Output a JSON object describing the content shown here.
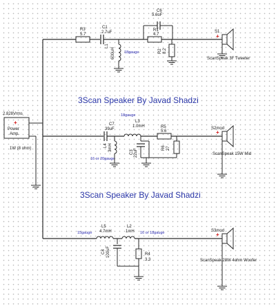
{
  "titles": {
    "tweeter_section": "3Scan Speaker By Javad Shadzi",
    "woofer_section": "3Scan Speaker By Javad Shadzi"
  },
  "amplifier": {
    "signal": "2.828Vrms",
    "label_line1": "Power",
    "label_line2": "Amp.",
    "power": "1W (8 ohm)"
  },
  "tweeter": {
    "r3": {
      "name": "R3",
      "value": "5.7"
    },
    "c1": {
      "name": "C1",
      "value": "2.7uF"
    },
    "c6": {
      "name": "C6",
      "value": "5.6uF"
    },
    "r1": {
      "name": "R1",
      "value": "4.7"
    },
    "l1": {
      "name": "L1",
      "value": "600uH",
      "gauge": "18gauge"
    },
    "r2": {
      "name": "R2",
      "value": "8.2"
    },
    "speaker": {
      "name": "S1",
      "model": "ScanSpeak 3F Tweeter"
    }
  },
  "mid": {
    "c7": {
      "name": "C7",
      "value": "39uF"
    },
    "l3": {
      "name": "L3",
      "value": "1.0mH",
      "gauge": "18gauge"
    },
    "r5": {
      "name": "R5",
      "value": "5.6"
    },
    "l4": {
      "name": "L4",
      "value": "3mH",
      "gauge": "16 or 20gauge"
    },
    "c3": {
      "name": "C3",
      "value": "22uF"
    },
    "r6": {
      "name": "R6",
      "value": "27"
    },
    "speaker": {
      "name": "S2mod",
      "model": "ScanSpeak 15W Mid"
    }
  },
  "woofer": {
    "l5": {
      "name": "L5",
      "value": "4.7mH",
      "gauge": "15gauge"
    },
    "l2": {
      "name": "L2",
      "value": "1mH",
      "gauge": "16 or 18gauge"
    },
    "c4": {
      "name": "C4",
      "value": "100uF"
    },
    "r4": {
      "name": "R4",
      "value": "3.3"
    },
    "speaker": {
      "name": "S3mod",
      "model": "ScanSpeak 28W 4ohm Woofer"
    }
  },
  "colors": {
    "wire": "#2a2a2a",
    "title": "#2a36a8",
    "gauge": "#2a2ab0",
    "polarity": "#d01010"
  }
}
